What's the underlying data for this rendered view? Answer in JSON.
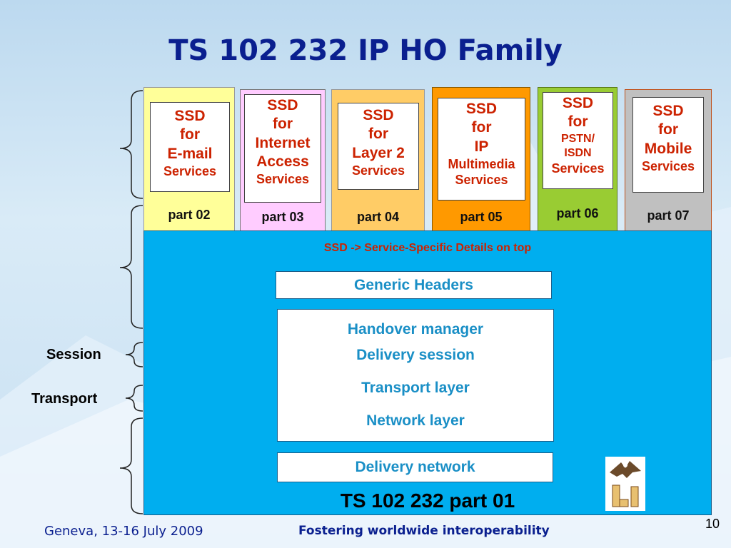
{
  "title": "TS 102 232 IP HO Family",
  "cards": [
    {
      "lines": [
        "SSD",
        "for",
        "E-mail",
        "Services"
      ],
      "part": "part 02",
      "bg": "#ffff99"
    },
    {
      "lines": [
        "SSD",
        "for",
        "Internet",
        "Access",
        "Services"
      ],
      "part": "part 03",
      "bg": "#ffccff"
    },
    {
      "lines": [
        "SSD",
        "for",
        "Layer 2",
        "Services"
      ],
      "part": "part 04",
      "bg": "#ffcc66"
    },
    {
      "lines": [
        "SSD",
        "for",
        "IP",
        "Multimedia",
        "Services"
      ],
      "part": "part 05",
      "bg": "#ff9900"
    },
    {
      "lines": [
        "SSD",
        "for",
        "PSTN/",
        "ISDN",
        "Services"
      ],
      "part": "part 06",
      "bg": "#99cc33"
    },
    {
      "lines": [
        "SSD",
        "for",
        "Mobile",
        "Services"
      ],
      "part": "part 07",
      "bg": "#c0c0c0"
    }
  ],
  "ssd_note": "SSD -> Service-Specific Details on top",
  "generic_headers": "Generic Headers",
  "stack": {
    "handover": "Handover manager",
    "delivery_session": "Delivery session",
    "transport_layer": "Transport layer",
    "network_layer": "Network layer"
  },
  "delivery_network": "Delivery network",
  "part01": "TS 102 232 part 01",
  "side_labels": {
    "session": "Session",
    "transport": "Transport"
  },
  "footer": {
    "left": "Geneva, 13-16 July 2009",
    "center": "Fostering worldwide interoperability",
    "page": "10"
  },
  "colors": {
    "title": "#0a1f8f",
    "main_box": "#00aeef",
    "ssd_text": "#cc2200",
    "stack_text": "#1a8fc6"
  }
}
